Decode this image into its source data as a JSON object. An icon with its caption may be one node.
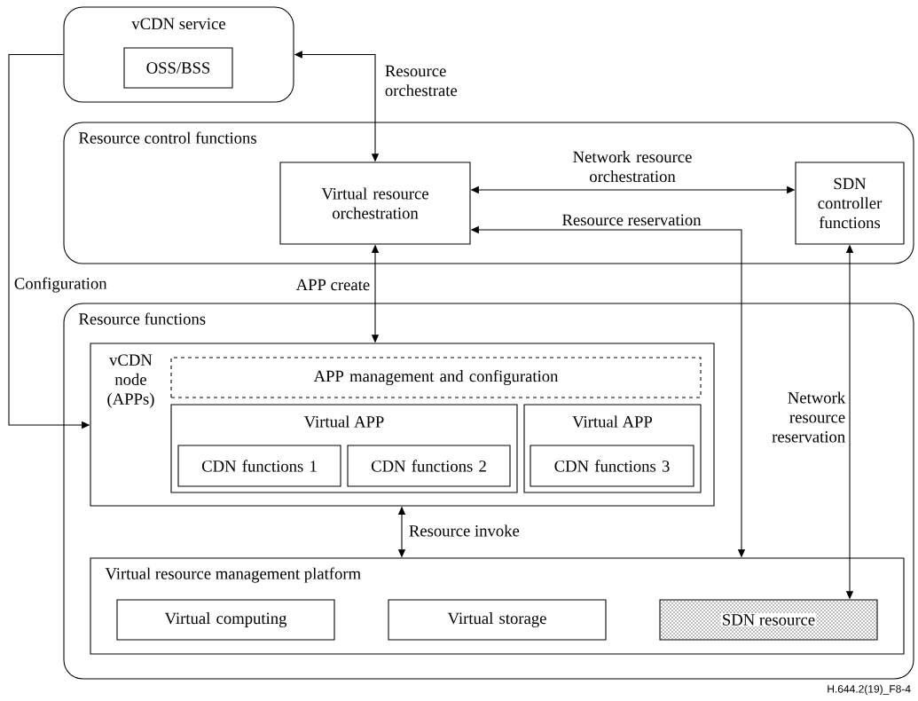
{
  "diagram": {
    "nodes": [
      {
        "text": [
          "vCDN service"
        ]
      },
      {
        "text": [
          "OSS/BSS"
        ],
        "in": 0
      },
      {
        "text": [
          "Resource control functions"
        ]
      },
      {
        "text": [
          "Virtual resource orchestration"
        ],
        "in": 2
      },
      {
        "text": [
          "SDN controller functions"
        ],
        "in": 2
      },
      {
        "text": [
          "Resource functions"
        ]
      },
      {
        "text": [
          "vCDN node (APPs)"
        ],
        "in": 5
      },
      {
        "text": [
          "APP management and configuration"
        ],
        "in": 6
      },
      {
        "text": [
          "Virtual APP"
        ],
        "in": 6
      },
      {
        "text": [
          "CDN functions 1"
        ],
        "in": 8
      },
      {
        "text": [
          "CDN functions 2"
        ],
        "in": 8
      },
      {
        "text": [
          "Virtual APP"
        ],
        "in": 6
      },
      {
        "text": [
          "CDN functions 3"
        ],
        "in": 11
      },
      {
        "text": [
          "Virtual resource management platform"
        ],
        "in": 5
      },
      {
        "text": [
          "Virtual computing"
        ],
        "in": 13
      },
      {
        "text": [
          "Virtual storage"
        ],
        "in": 13
      },
      {
        "text": [
          "SDN resource"
        ],
        "in": 13
      }
    ],
    "edges": [
      {
        "from": 3,
        "to": 0,
        "arrow": "both",
        "label": "Resource orchestrate"
      },
      {
        "from": 3,
        "to": 4,
        "arrow": "both",
        "label": "Network resource orchestration"
      },
      {
        "from": 3,
        "to": 13,
        "arrow": "both",
        "label": "Resource reservation"
      },
      {
        "from": 3,
        "to": 6,
        "arrow": "both",
        "label": "APP create"
      },
      {
        "from": 0,
        "to": 6,
        "arrow": "to",
        "label": "Configuration"
      },
      {
        "from": 4,
        "to": 16,
        "arrow": "both",
        "label": "Network resource reservation"
      },
      {
        "from": 6,
        "to": 13,
        "arrow": "both",
        "label": "Resource invoke"
      }
    ],
    "labels": [
      "H.644.2(19)_F8-4"
    ]
  }
}
